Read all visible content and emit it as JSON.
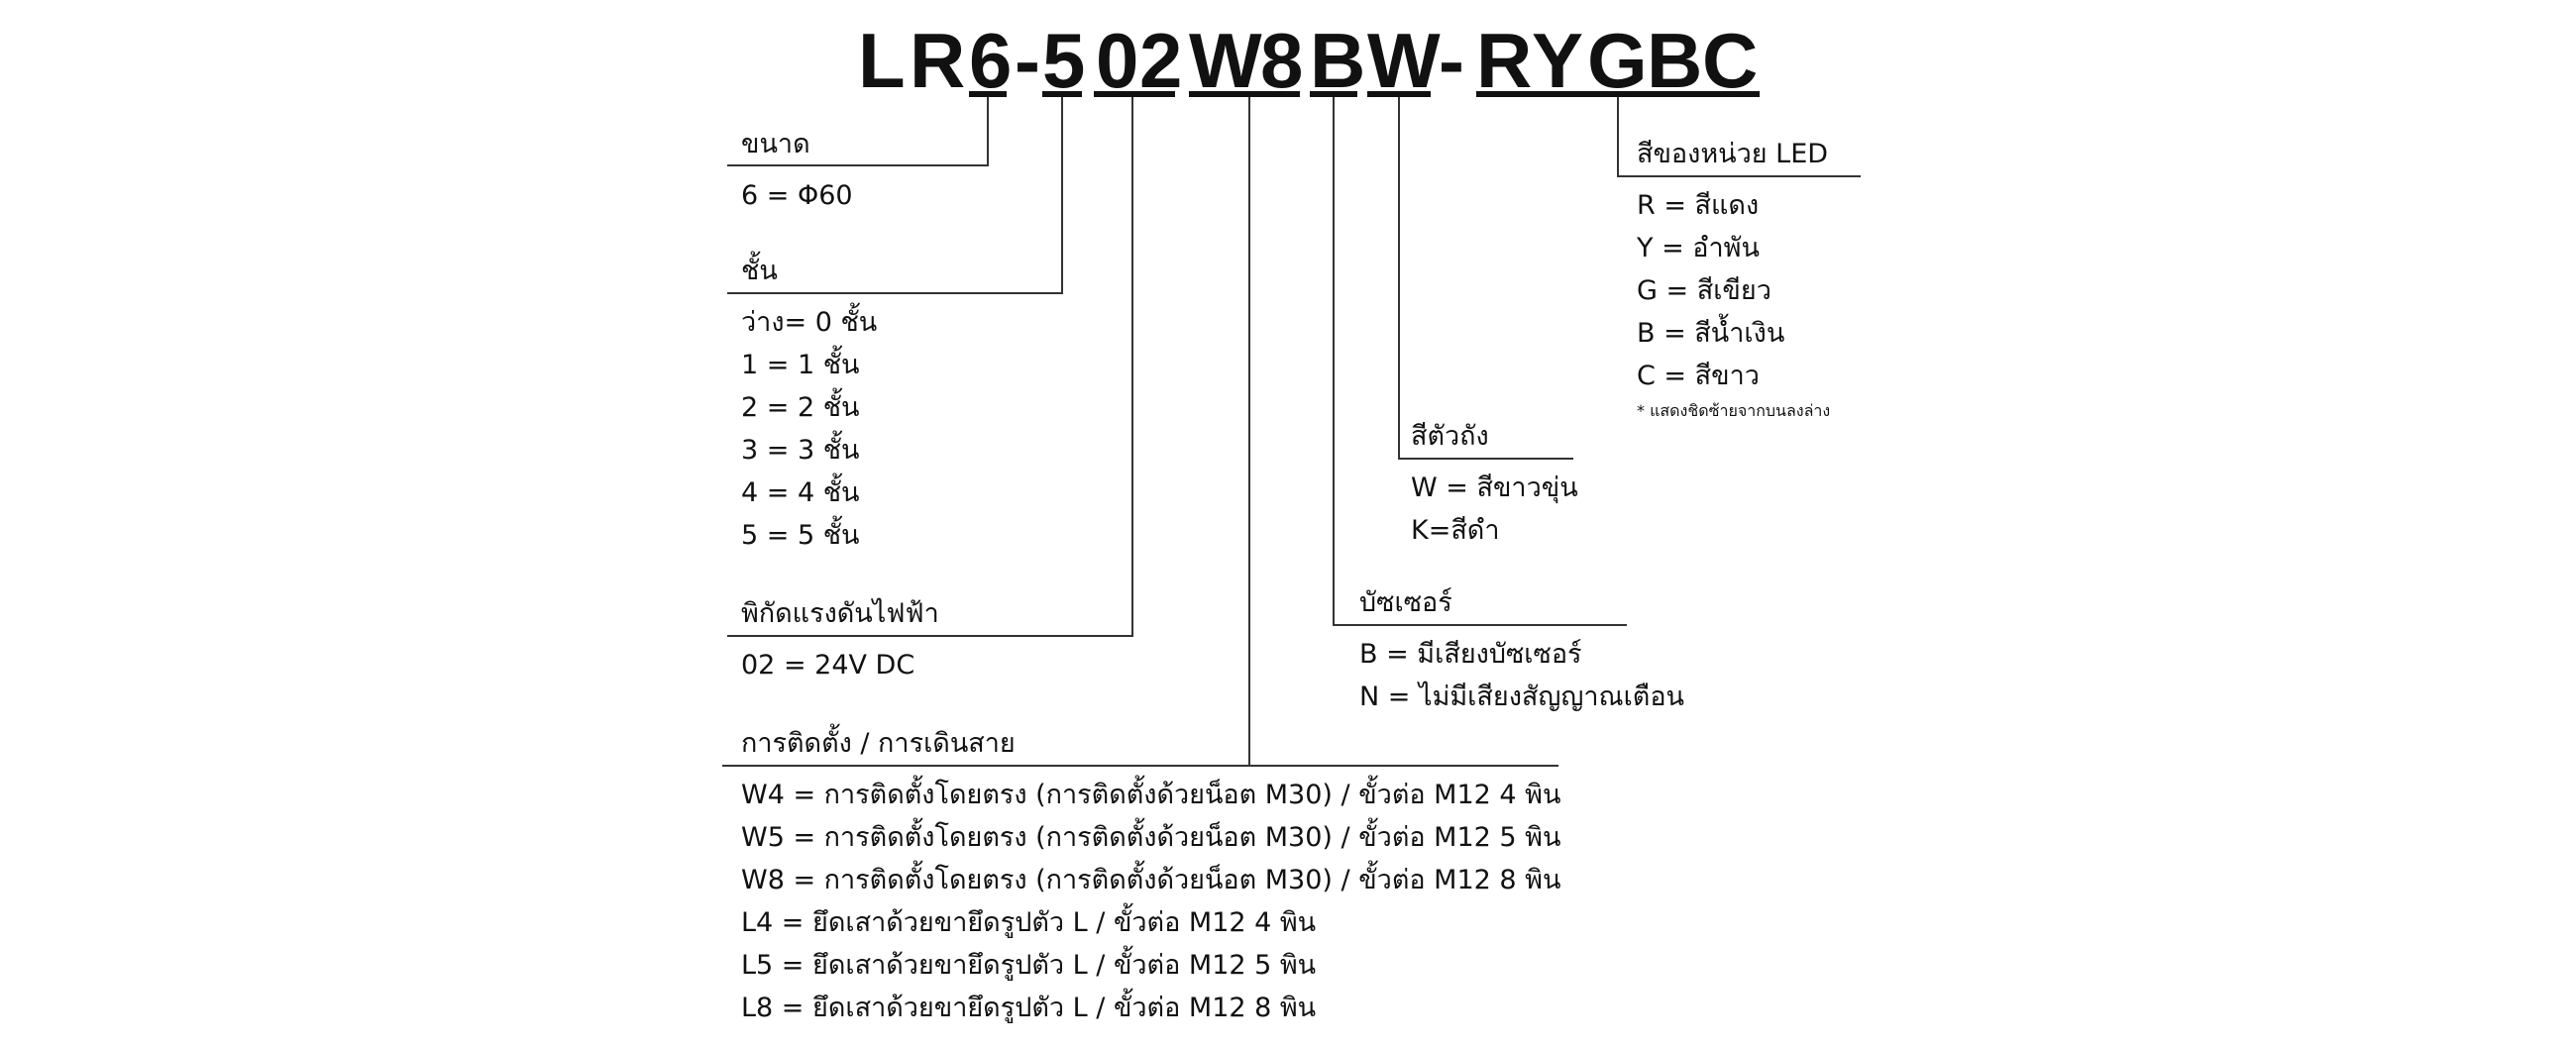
{
  "model_code": {
    "characters": [
      "L",
      "R",
      "6",
      "-",
      "5",
      "0",
      "2",
      "W",
      "8",
      "B",
      "W",
      "-",
      "R",
      "Y",
      "G",
      "B",
      "C"
    ]
  },
  "groups": {
    "size": {
      "heading": "ขนาด",
      "items": [
        "6 = Φ60"
      ]
    },
    "tiers": {
      "heading": "ชั้น",
      "items": [
        "ว่าง= 0 ชั้น",
        "1 = 1 ชั้น",
        "2 = 2 ชั้น",
        "3 = 3 ชั้น",
        "4 = 4 ชั้น",
        "5 = 5 ชั้น"
      ]
    },
    "voltage": {
      "heading": "พิกัดแรงดันไฟฟ้า",
      "items": [
        "02 = 24V DC"
      ]
    },
    "mounting": {
      "heading": "การติดตั้ง / การเดินสาย",
      "items": [
        "W4 = การติดตั้งโดยตรง (การติดตั้งด้วยน็อต M30) / ขั้วต่อ M12 4 พิน",
        "W5 = การติดตั้งโดยตรง (การติดตั้งด้วยน็อต M30) / ขั้วต่อ M12 5 พิน",
        "W8 = การติดตั้งโดยตรง (การติดตั้งด้วยน็อต M30) / ขั้วต่อ M12 8 พิน",
        "L4 = ยึดเสาด้วยขายึดรูปตัว L / ขั้วต่อ M12 4 พิน",
        "L5 = ยึดเสาด้วยขายึดรูปตัว L / ขั้วต่อ M12 5 พิน",
        "L8 = ยึดเสาด้วยขายึดรูปตัว L / ขั้วต่อ M12 8 พิน"
      ]
    },
    "buzzer": {
      "heading": "บัซเซอร์",
      "items": [
        "B = มีเสียงบัซเซอร์",
        "N = ไม่มีเสียงสัญญาณเตือน"
      ]
    },
    "body_color": {
      "heading": "สีตัวถัง",
      "items": [
        "W = สีขาวขุ่น",
        "K=สีดำ"
      ]
    },
    "led_color": {
      "heading": "สีของหน่วย LED",
      "items": [
        "R = สีแดง",
        "Y = อำพัน",
        "G = สีเขียว",
        "B = สีน้ำเงิน",
        "C = สีขาว"
      ],
      "note": "*  แสดงชิดซ้ายจากบนลงล่าง"
    }
  }
}
